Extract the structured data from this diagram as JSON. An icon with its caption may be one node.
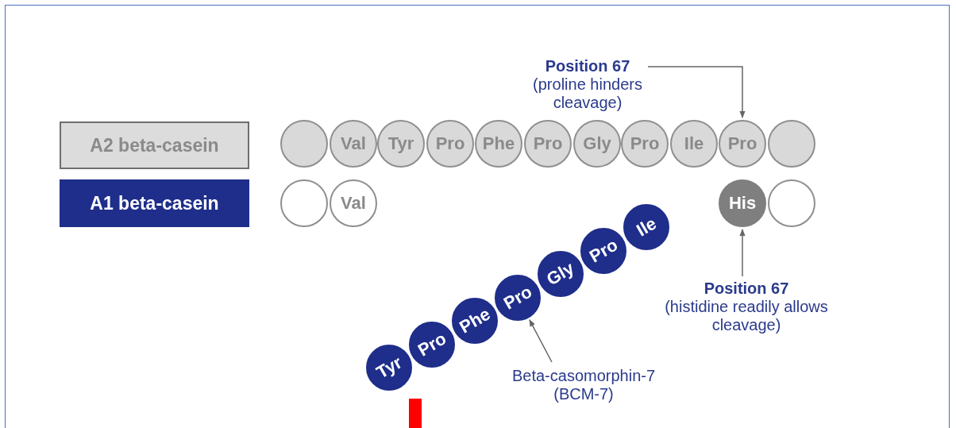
{
  "diagram": {
    "nodes": [
      {
        "text": [
          "A2 beta-casein"
        ]
      },
      {
        "text": [
          "A1 beta-casein"
        ]
      },
      {
        "text": [
          "Position 67",
          "(proline hinders cleavage)"
        ]
      },
      {
        "text": [],
        "shape": "circle"
      },
      {
        "text": [
          "Val"
        ]
      },
      {
        "text": [
          "Tyr"
        ]
      },
      {
        "text": [
          "Pro"
        ]
      },
      {
        "text": [
          "Phe"
        ]
      },
      {
        "text": [
          "Pro"
        ]
      },
      {
        "text": [
          "Gly"
        ]
      },
      {
        "text": [
          "Pro"
        ]
      },
      {
        "text": [
          "Ile"
        ]
      },
      {
        "text": [
          "Pro"
        ]
      },
      {
        "text": [],
        "shape": "circle"
      },
      {
        "text": [],
        "shape": "circle"
      },
      {
        "text": [
          "Val"
        ]
      },
      {
        "text": [
          "His"
        ]
      },
      {
        "text": [],
        "shape": "circle"
      },
      {
        "text": [
          "Tyr"
        ]
      },
      {
        "text": [
          "Pro"
        ]
      },
      {
        "text": [
          "Phe"
        ]
      },
      {
        "text": [
          "Pro"
        ]
      },
      {
        "text": [
          "Gly"
        ]
      },
      {
        "text": [
          "Pro"
        ]
      },
      {
        "text": [
          "Ile"
        ]
      },
      {
        "text": [
          "Position 67",
          "(histidine readily allows cleavage)"
        ]
      },
      {
        "text": [
          "Beta-casomorphin-7",
          "(BCM-7)"
        ]
      }
    ],
    "edges": [
      {
        "from": 2,
        "to": 12,
        "arrow": "to"
      },
      {
        "from": 25,
        "to": 16,
        "arrow": "to"
      },
      {
        "from": 26,
        "to": 21,
        "arrow": "to"
      }
    ]
  }
}
